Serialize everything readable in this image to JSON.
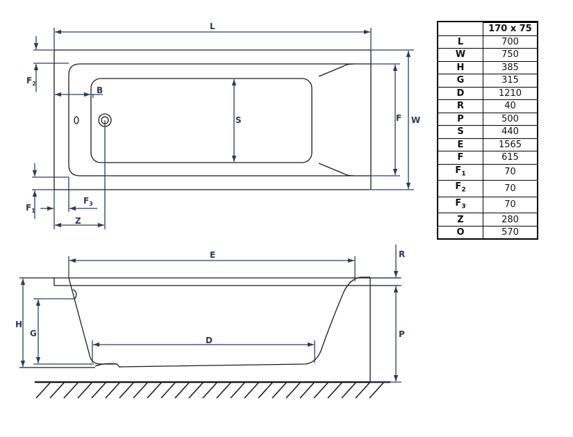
{
  "table": {
    "header": "170 x 75",
    "rows": [
      {
        "key": "L",
        "sub": "",
        "value": "700"
      },
      {
        "key": "W",
        "sub": "",
        "value": "750"
      },
      {
        "key": "H",
        "sub": "",
        "value": "385"
      },
      {
        "key": "G",
        "sub": "",
        "value": "315"
      },
      {
        "key": "D",
        "sub": "",
        "value": "1210"
      },
      {
        "key": "R",
        "sub": "",
        "value": "40"
      },
      {
        "key": "P",
        "sub": "",
        "value": "500"
      },
      {
        "key": "S",
        "sub": "",
        "value": "440"
      },
      {
        "key": "E",
        "sub": "",
        "value": "1565"
      },
      {
        "key": "F",
        "sub": "",
        "value": "615"
      },
      {
        "key": "F",
        "sub": "1",
        "value": "70"
      },
      {
        "key": "F",
        "sub": "2",
        "value": "70"
      },
      {
        "key": "F",
        "sub": "3",
        "value": "70"
      },
      {
        "key": "Z",
        "sub": "",
        "value": "280"
      },
      {
        "key": "O",
        "sub": "",
        "value": "570"
      }
    ]
  },
  "top_view": {
    "labels": {
      "L": "L",
      "W": "W",
      "F": "F",
      "S": "S",
      "B": "B",
      "Z": "Z",
      "F1": "F",
      "F1_sub": "1",
      "F2": "F",
      "F2_sub": "2",
      "F3": "F",
      "F3_sub": "3"
    }
  },
  "side_view": {
    "labels": {
      "E": "E",
      "D": "D",
      "H": "H",
      "G": "G",
      "R": "R",
      "P": "P"
    }
  },
  "colors": {
    "dimension": "#2c3a5c",
    "outline": "#1a1a1a"
  }
}
